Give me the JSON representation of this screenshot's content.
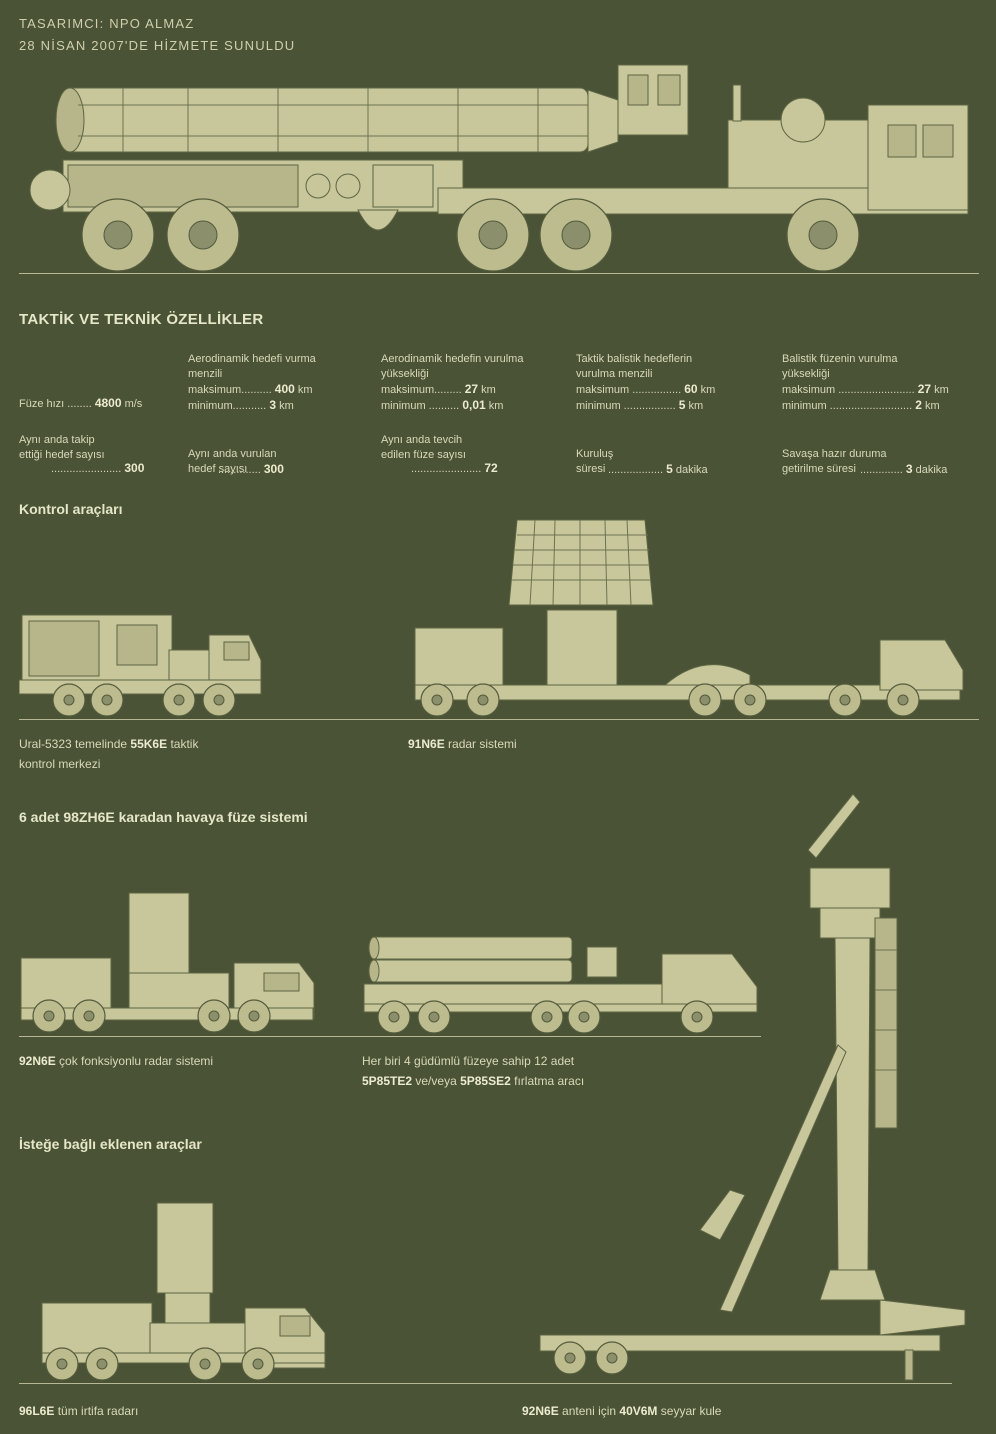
{
  "header": {
    "designer": "TASARIMCI: NPO ALMAZ",
    "service_date": "28 NİSAN 2007'DE HİZMETE SUNULDU"
  },
  "specs_title": "TAKTİK VE TEKNİK ÖZELLİKLER",
  "specs": {
    "missile_speed": {
      "label": "Füze hızı",
      "value": "4800",
      "unit": "m/s"
    },
    "aero_range": {
      "label": "Aerodinamik hedefi vurma menzili",
      "max_label": "maksimum",
      "max": "400",
      "max_unit": "km",
      "min_label": "minimum",
      "min": "3",
      "min_unit": "km"
    },
    "aero_alt": {
      "label": "Aerodinamik hedefin vurulma yüksekliği",
      "max_label": "maksimum",
      "max": "27",
      "max_unit": "km",
      "min_label": "minimum",
      "min": "0,01",
      "min_unit": "km"
    },
    "tbm_range": {
      "label": "Taktik balistik hedeflerin vurulma menzili",
      "max_label": "maksimum",
      "max": "60",
      "max_unit": "km",
      "min_label": "minimum",
      "min": "5",
      "min_unit": "km"
    },
    "bm_alt": {
      "label": "Balistik füzenin vurulma yüksekliği",
      "max_label": "maksimum",
      "max": "27",
      "max_unit": "km",
      "min_label": "minimum",
      "min": "2",
      "min_unit": "km"
    },
    "tracked_targets": {
      "label": "Aynı anda takip ettiği hedef sayısı",
      "value": "300"
    },
    "engaged_targets": {
      "label": "Aynı anda vurulan hedef sayısı",
      "value": "300"
    },
    "guided_missiles": {
      "label": "Aynı anda tevcih edilen füze sayısı",
      "value": "72"
    },
    "deploy_time": {
      "label": "Kuruluş süresi",
      "value": "5",
      "unit": "dakika"
    },
    "ready_time": {
      "label": "Savaşa hazır duruma getirilme süresi",
      "value": "3",
      "unit": "dakika"
    }
  },
  "sections": {
    "control": "Kontrol araçları",
    "launchers": "6 adet 98ZH6E karadan havaya füze sistemi",
    "optional": "İsteğe bağlı eklenen araçlar"
  },
  "captions": {
    "c1_pre": "Ural-5323 temelinde ",
    "c1_bold": "55K6E",
    "c1_post": " taktik",
    "c1_line2": "kontrol merkezi",
    "c2_bold": "91N6E",
    "c2_post": " radar sistemi",
    "c3_bold": "92N6E",
    "c3_post": " çok fonksiyonlu radar sistemi",
    "c4_line1": "Her biri 4 güdümlü füzeye sahip 12 adet",
    "c4_bold1": "5P85TE2",
    "c4_mid": " ve/veya ",
    "c4_bold2": "5P85SE2",
    "c4_post": " fırlatma aracı",
    "c5_bold": "96L6E",
    "c5_post": " tüm irtifa radarı",
    "c6_bold1": "92N6E",
    "c6_mid": " anteni için ",
    "c6_bold2": "40V6M",
    "c6_post": " seyyar kule"
  }
}
